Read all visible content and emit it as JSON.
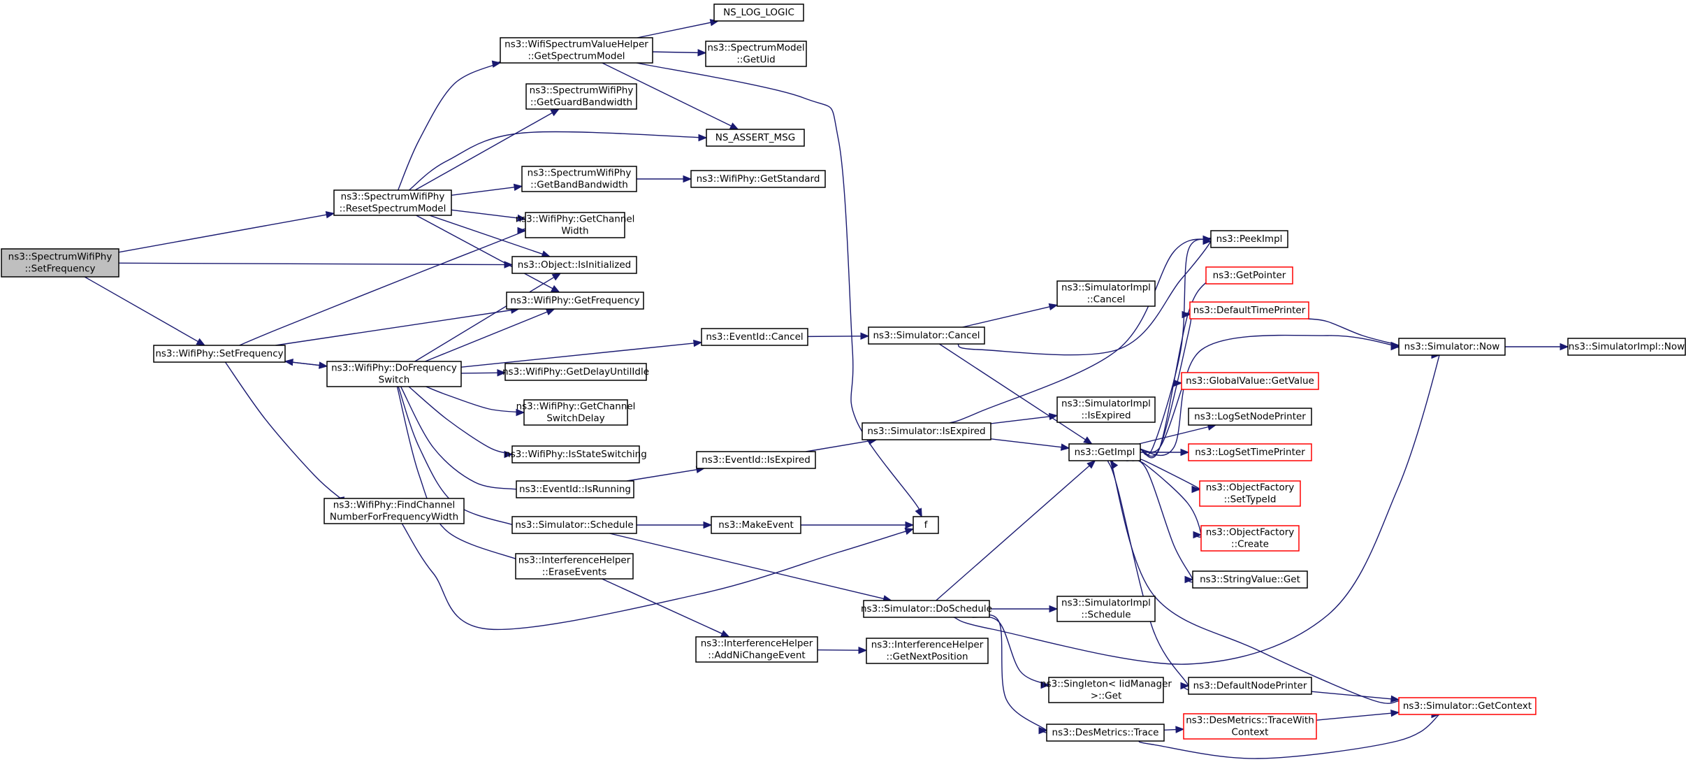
{
  "diagram": {
    "edge_color": "#191970",
    "alert_color": "#ff0000",
    "root_fill": "#bfbfbf",
    "nodes": [
      {
        "id": "root",
        "lines": [
          "ns3::SpectrumWifiPhy",
          "::SetFrequency"
        ],
        "style": "root"
      },
      {
        "id": "rsm",
        "lines": [
          "ns3::SpectrumWifiPhy",
          "::ResetSpectrumModel"
        ]
      },
      {
        "id": "wsf",
        "lines": [
          "ns3::WifiPhy::SetFrequency"
        ]
      },
      {
        "id": "gsm",
        "lines": [
          "ns3::WifiSpectrumValueHelper",
          "::GetSpectrumModel"
        ]
      },
      {
        "id": "ggb",
        "lines": [
          "ns3::SpectrumWifiPhy",
          "::GetGuardBandwidth"
        ]
      },
      {
        "id": "gbb",
        "lines": [
          "ns3::SpectrumWifiPhy",
          "::GetBandBandwidth"
        ]
      },
      {
        "id": "gcw",
        "lines": [
          "ns3::WifiPhy::GetChannel",
          "Width"
        ]
      },
      {
        "id": "oii",
        "lines": [
          "ns3::Object::IsInitialized"
        ]
      },
      {
        "id": "wgf",
        "lines": [
          "ns3::WifiPhy::GetFrequency"
        ]
      },
      {
        "id": "dfs",
        "lines": [
          "ns3::WifiPhy::DoFrequency",
          "Switch"
        ]
      },
      {
        "id": "fcn",
        "lines": [
          "ns3::WifiPhy::FindChannel",
          "NumberForFrequencyWidth"
        ]
      },
      {
        "id": "nll",
        "lines": [
          "NS_LOG_LOGIC"
        ]
      },
      {
        "id": "sgu",
        "lines": [
          "ns3::SpectrumModel",
          "::GetUid"
        ]
      },
      {
        "id": "nam",
        "lines": [
          "NS_ASSERT_MSG"
        ]
      },
      {
        "id": "gst",
        "lines": [
          "ns3::WifiPhy::GetStandard"
        ]
      },
      {
        "id": "eic",
        "lines": [
          "ns3::EventId::Cancel"
        ]
      },
      {
        "id": "gdu",
        "lines": [
          "ns3::WifiPhy::GetDelayUntilIdle"
        ]
      },
      {
        "id": "gcs",
        "lines": [
          "ns3::WifiPhy::GetChannel",
          "SwitchDelay"
        ]
      },
      {
        "id": "iss",
        "lines": [
          "ns3::WifiPhy::IsStateSwitching"
        ]
      },
      {
        "id": "eir",
        "lines": [
          "ns3::EventId::IsRunning"
        ]
      },
      {
        "id": "ssc",
        "lines": [
          "ns3::Simulator::Schedule"
        ]
      },
      {
        "id": "iee",
        "lines": [
          "ns3::InterferenceHelper",
          "::EraseEvents"
        ]
      },
      {
        "id": "eie",
        "lines": [
          "ns3::EventId::IsExpired"
        ]
      },
      {
        "id": "mev",
        "lines": [
          "ns3::MakeEvent"
        ]
      },
      {
        "id": "fff",
        "lines": [
          "f"
        ]
      },
      {
        "id": "ian",
        "lines": [
          "ns3::InterferenceHelper",
          "::AddNiChangeEvent"
        ]
      },
      {
        "id": "sca",
        "lines": [
          "ns3::Simulator::Cancel"
        ]
      },
      {
        "id": "sie",
        "lines": [
          "ns3::Simulator::IsExpired"
        ]
      },
      {
        "id": "sds",
        "lines": [
          "ns3::Simulator::DoSchedule"
        ]
      },
      {
        "id": "igp",
        "lines": [
          "ns3::InterferenceHelper",
          "::GetNextPosition"
        ]
      },
      {
        "id": "sic",
        "lines": [
          "ns3::SimulatorImpl",
          "::Cancel"
        ]
      },
      {
        "id": "sii",
        "lines": [
          "ns3::SimulatorImpl",
          "::IsExpired"
        ]
      },
      {
        "id": "gim",
        "lines": [
          "ns3::GetImpl"
        ]
      },
      {
        "id": "sis",
        "lines": [
          "ns3::SimulatorImpl",
          "::Schedule"
        ]
      },
      {
        "id": "sgt",
        "lines": [
          "ns3::Singleton< IidManager",
          ">::Get"
        ]
      },
      {
        "id": "dtr",
        "lines": [
          "ns3::DesMetrics::Trace"
        ]
      },
      {
        "id": "pim",
        "lines": [
          "ns3::PeekImpl"
        ]
      },
      {
        "id": "gpt",
        "lines": [
          "ns3::GetPointer"
        ],
        "style": "red"
      },
      {
        "id": "dtp",
        "lines": [
          "ns3::DefaultTimePrinter"
        ],
        "style": "red"
      },
      {
        "id": "ggv",
        "lines": [
          "ns3::GlobalValue::GetValue"
        ],
        "style": "red"
      },
      {
        "id": "lnp",
        "lines": [
          "ns3::LogSetNodePrinter"
        ]
      },
      {
        "id": "ltp",
        "lines": [
          "ns3::LogSetTimePrinter"
        ],
        "style": "red"
      },
      {
        "id": "ost",
        "lines": [
          "ns3::ObjectFactory",
          "::SetTypeId"
        ],
        "style": "red"
      },
      {
        "id": "ocr",
        "lines": [
          "ns3::ObjectFactory",
          "::Create"
        ],
        "style": "red"
      },
      {
        "id": "svg",
        "lines": [
          "ns3::StringValue::Get"
        ]
      },
      {
        "id": "dnp",
        "lines": [
          "ns3::DefaultNodePrinter"
        ]
      },
      {
        "id": "dtc",
        "lines": [
          "ns3::DesMetrics::TraceWith",
          "Context"
        ],
        "style": "red"
      },
      {
        "id": "snw",
        "lines": [
          "ns3::Simulator::Now"
        ]
      },
      {
        "id": "sgc",
        "lines": [
          "ns3::Simulator::GetContext"
        ],
        "style": "red"
      },
      {
        "id": "sin",
        "lines": [
          "ns3::SimulatorImpl::Now"
        ]
      }
    ],
    "edges": [
      [
        "root",
        "rsm"
      ],
      [
        "root",
        "oii"
      ],
      [
        "root",
        "wsf"
      ],
      [
        "rsm",
        "gsm"
      ],
      [
        "rsm",
        "ggb"
      ],
      [
        "rsm",
        "nam"
      ],
      [
        "rsm",
        "gbb"
      ],
      [
        "rsm",
        "gcw"
      ],
      [
        "rsm",
        "oii"
      ],
      [
        "rsm",
        "wgf"
      ],
      [
        "gsm",
        "nll"
      ],
      [
        "gsm",
        "sgu"
      ],
      [
        "gsm",
        "nam"
      ],
      [
        "gsm",
        "fff"
      ],
      [
        "gbb",
        "gst"
      ],
      [
        "wsf",
        "gcw"
      ],
      [
        "wsf",
        "wgf"
      ],
      [
        "wsf",
        "dfs"
      ],
      [
        "wsf",
        "fcn"
      ],
      [
        "dfs",
        "wsf"
      ],
      [
        "dfs",
        "oii"
      ],
      [
        "dfs",
        "wgf"
      ],
      [
        "dfs",
        "eic"
      ],
      [
        "dfs",
        "gdu"
      ],
      [
        "dfs",
        "gcs"
      ],
      [
        "dfs",
        "iss"
      ],
      [
        "dfs",
        "eir"
      ],
      [
        "dfs",
        "ssc"
      ],
      [
        "dfs",
        "iee"
      ],
      [
        "fcn",
        "fff"
      ],
      [
        "eic",
        "sca"
      ],
      [
        "eir",
        "eie"
      ],
      [
        "eie",
        "sie"
      ],
      [
        "ssc",
        "mev"
      ],
      [
        "ssc",
        "sds"
      ],
      [
        "mev",
        "fff"
      ],
      [
        "iee",
        "ian"
      ],
      [
        "ian",
        "igp"
      ],
      [
        "sca",
        "sic"
      ],
      [
        "sca",
        "pim"
      ],
      [
        "sca",
        "gim"
      ],
      [
        "sie",
        "pim"
      ],
      [
        "sie",
        "sii"
      ],
      [
        "sie",
        "gim"
      ],
      [
        "sds",
        "gim"
      ],
      [
        "sds",
        "sis"
      ],
      [
        "sds",
        "snw"
      ],
      [
        "sds",
        "sgt"
      ],
      [
        "sds",
        "dtr"
      ],
      [
        "dtr",
        "dtc"
      ],
      [
        "dtr",
        "sgc"
      ],
      [
        "dtc",
        "sgc"
      ],
      [
        "sgc",
        "gim"
      ],
      [
        "dnp",
        "sgc"
      ],
      [
        "gim",
        "pim"
      ],
      [
        "gim",
        "gpt"
      ],
      [
        "gim",
        "dtp"
      ],
      [
        "gim",
        "snw"
      ],
      [
        "gim",
        "ggv"
      ],
      [
        "gim",
        "lnp"
      ],
      [
        "gim",
        "ltp"
      ],
      [
        "gim",
        "ost"
      ],
      [
        "gim",
        "ocr"
      ],
      [
        "gim",
        "svg"
      ],
      [
        "gim",
        "dnp"
      ],
      [
        "dtp",
        "snw"
      ],
      [
        "snw",
        "sin"
      ]
    ]
  }
}
